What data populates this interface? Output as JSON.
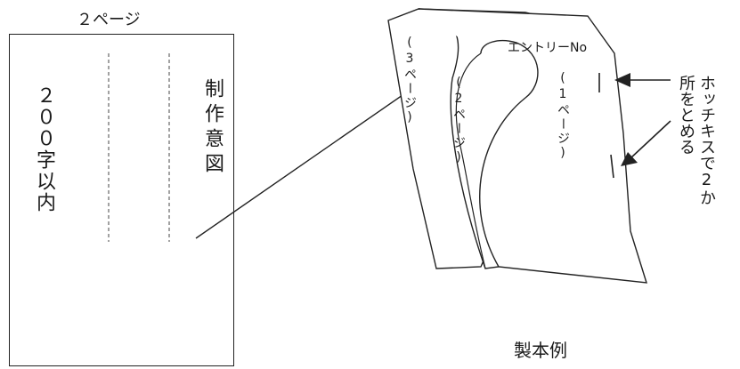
{
  "diagram": {
    "left_page": {
      "title": "２ページ",
      "intent": "制作意図",
      "limit": "２００字以内"
    },
    "booklet": {
      "entry": "エントリーNo",
      "page3": "(3ページ)",
      "page2": "(2ページ)",
      "page1": "(1ページ)"
    },
    "staple_note": {
      "line1": "ホッチキスで2か",
      "line2": "所をとめる"
    },
    "caption": "製本例"
  }
}
